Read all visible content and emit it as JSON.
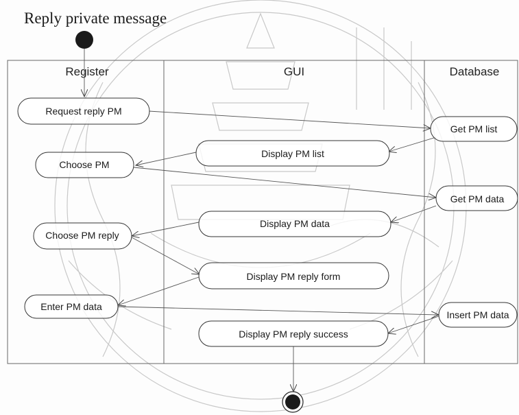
{
  "title": "Reply private message",
  "lanes": [
    "Register",
    "GUI",
    "Database"
  ],
  "nodes": {
    "request_reply_pm": "Request reply PM",
    "choose_pm": "Choose PM",
    "choose_pm_reply": "Choose PM reply",
    "enter_pm_data": "Enter PM data",
    "display_pm_list": "Display PM list",
    "display_pm_data": "Display PM data",
    "display_pm_reply_form": "Display PM reply form",
    "display_pm_reply_success": "Display PM reply success",
    "get_pm_list": "Get PM list",
    "get_pm_data": "Get PM data",
    "insert_pm_data": "Insert PM data"
  },
  "colors": {
    "ink": "#333333",
    "watermark": "#c8c8c8",
    "node_fill": "#1a1a1a"
  }
}
